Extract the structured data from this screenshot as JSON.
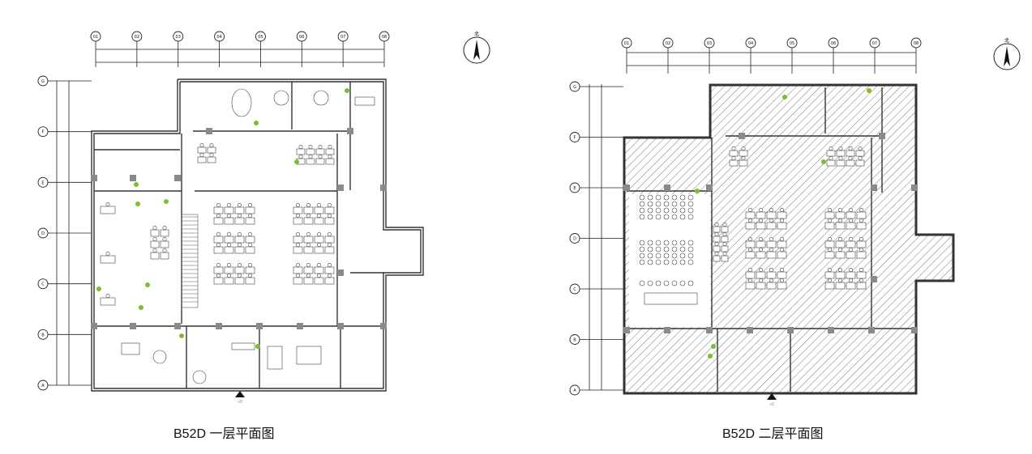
{
  "floor1": {
    "caption": "B52D 一层平面图",
    "north": "北",
    "entrance": "入口",
    "columns": [
      "01",
      "02",
      "03",
      "04",
      "05",
      "06",
      "07",
      "08"
    ],
    "rows": [
      "G",
      "F",
      "E",
      "D",
      "C",
      "B",
      "A"
    ]
  },
  "floor2": {
    "caption": "B52D 二层平面图",
    "north": "北",
    "entrance": "入口",
    "columns": [
      "01",
      "02",
      "03",
      "04",
      "05",
      "06",
      "07",
      "08"
    ],
    "rows": [
      "G",
      "F",
      "E",
      "D",
      "C",
      "B",
      "A"
    ]
  },
  "colors": {
    "wall": "#8a8a8a",
    "plant": "#7bbf2a",
    "hatch": "#555555"
  }
}
